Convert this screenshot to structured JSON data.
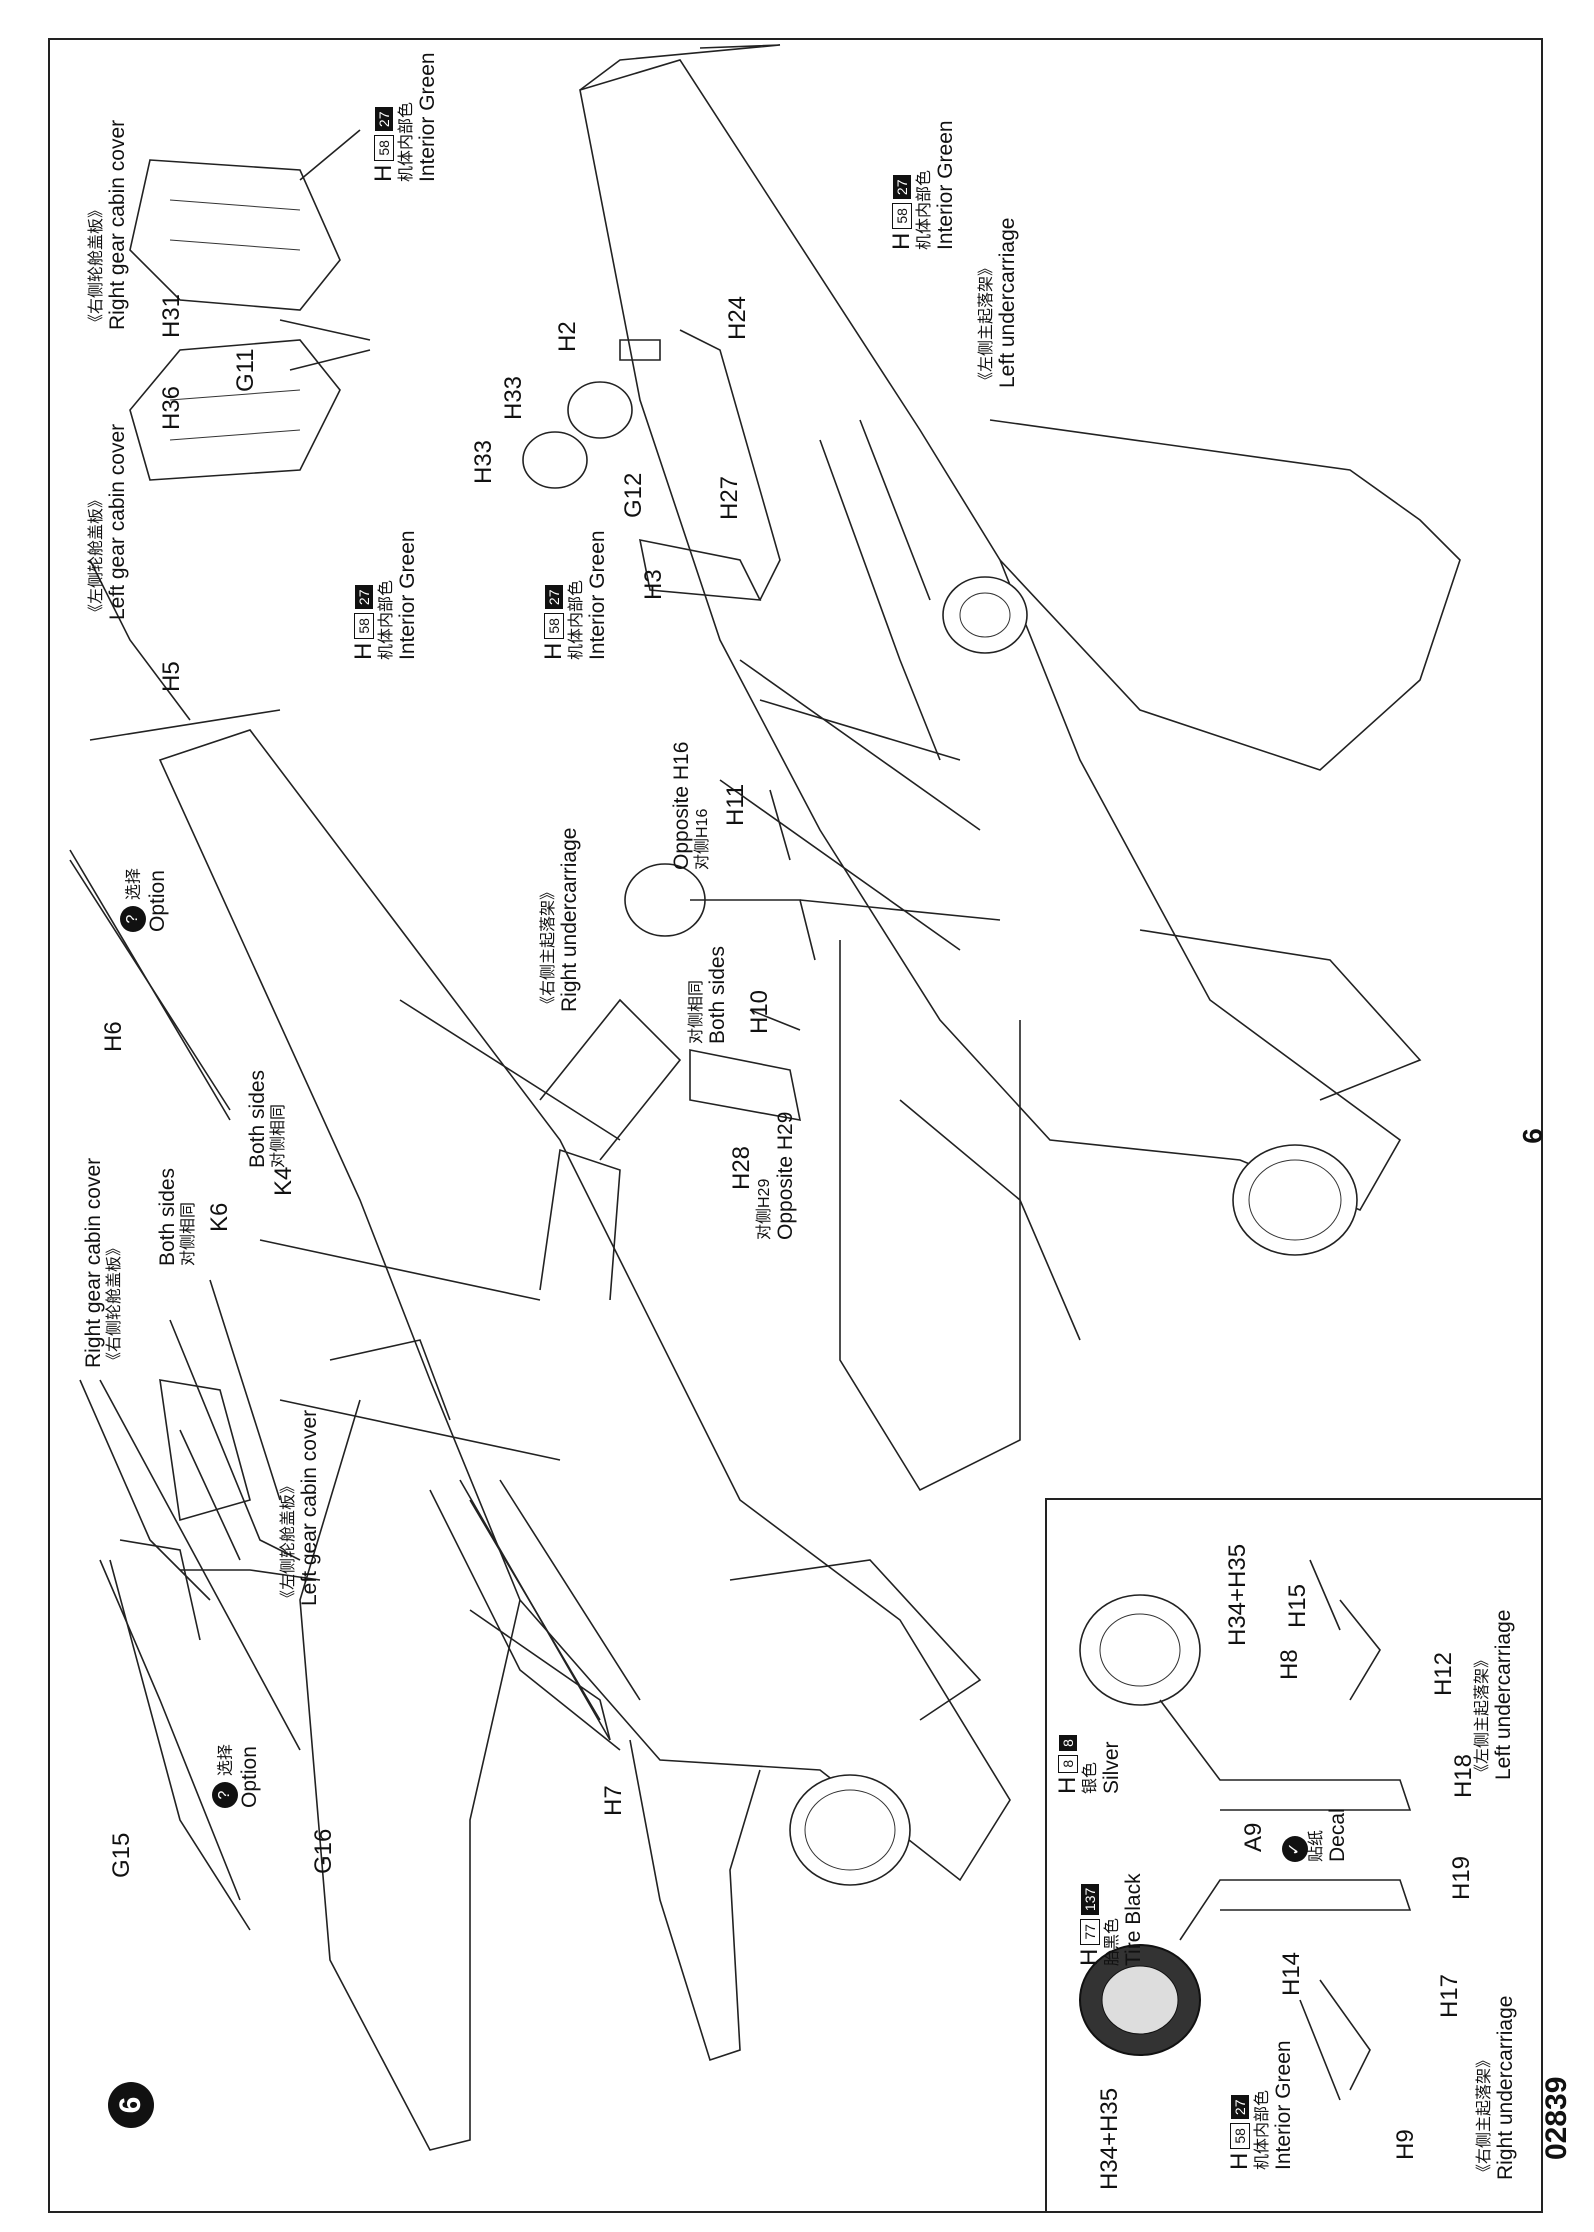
{
  "doc": {
    "step_number": "6",
    "page_number": "6",
    "product_code": "02839"
  },
  "labels": {
    "right_gear_cover_cn_top": "《右侧轮舱盖板》",
    "right_gear_cover_en_top": "Right gear cabin cover",
    "left_gear_cover_cn_top": "《左侧轮舱盖板》",
    "left_gear_cover_en_top": "Left gear cabin cover",
    "h31": "H31",
    "h36": "H36",
    "g11": "G11",
    "h5": "H5",
    "h6": "H6",
    "option_cn_1": "选择",
    "option_en_1": "Option",
    "both_sides_en_1": "Both sides",
    "both_sides_cn_1": "对侧相同",
    "k4": "K4",
    "both_sides_en_2": "Both sides",
    "both_sides_cn_2": "对侧相同",
    "k6": "K6",
    "right_gear_cover_en_mid": "Right gear cabin cover",
    "right_gear_cover_cn_mid": "《右侧轮舱盖板》",
    "left_gear_cover_cn_mid": "《左侧轮舱盖板》",
    "left_gear_cover_en_mid": "Left gear cabin cover",
    "g15": "G15",
    "option_cn_2": "选择",
    "option_en_2": "Option",
    "g16": "G16",
    "h7": "H7",
    "h2": "H2",
    "h24": "H24",
    "h33a": "H33",
    "h33b": "H33",
    "g12": "G12",
    "h27": "H27",
    "h3": "H3",
    "left_uc_cn_top": "《左侧主起落架》",
    "left_uc_en_top": "Left undercarriage",
    "right_uc_cn_mid": "《右侧主起落架》",
    "right_uc_en_mid": "Right undercarriage",
    "opposite_h16_en": "Opposite H16",
    "opposite_h16_cn": "对侧H16",
    "h11": "H11",
    "both_sides_cn_3": "对侧相同",
    "both_sides_en_3": "Both sides",
    "h10": "H10",
    "h28": "H28",
    "opposite_h29_cn": "对侧H29",
    "opposite_h29_en": "Opposite H29",
    "inset_h34_h35_top": "H34+H35",
    "inset_h15": "H15",
    "inset_h8": "H8",
    "inset_h12": "H12",
    "inset_left_uc_cn": "《左侧主起落架》",
    "inset_left_uc_en": "Left undercarriage",
    "inset_h18": "H18",
    "inset_a9": "A9",
    "decal_cn": "贴纸",
    "decal_en": "Decal",
    "inset_h19": "H19",
    "inset_h14": "H14",
    "inset_h17": "H17",
    "inset_h9": "H9",
    "inset_right_uc_cn": "《右侧主起落架》",
    "inset_right_uc_en": "Right undercarriage",
    "inset_h34_h35_bottom": "H34+H35"
  },
  "paints": {
    "interior_green": {
      "prefix": "H",
      "code1": "58",
      "code2": "27",
      "cn": "机体内部色",
      "en": "Interior Green"
    },
    "silver": {
      "prefix": "H",
      "code1": "8",
      "code2": "8",
      "cn": "银色",
      "en": "Silver"
    },
    "tire_black": {
      "prefix": "H",
      "code1": "77",
      "code2": "137",
      "cn": "胎黑色",
      "en": "Tire Black"
    }
  },
  "icons": {
    "option_marker": "?",
    "decal_marker": "decal-icon"
  }
}
